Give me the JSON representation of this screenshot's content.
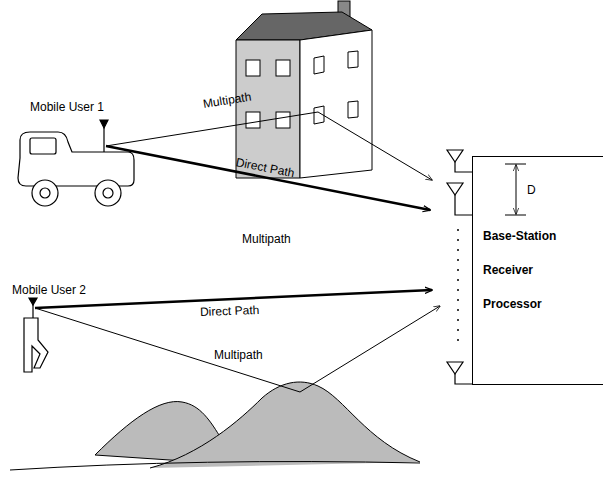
{
  "diagram": {
    "nodes": [
      {
        "text": [
          "Base-Station Receiver Processor"
        ]
      }
    ],
    "labels": [
      "Mobile User 1",
      "Multipath",
      "Direct Path",
      "Multipath",
      "Mobile User 2",
      "Direct Path",
      "Multipath",
      "D"
    ]
  }
}
